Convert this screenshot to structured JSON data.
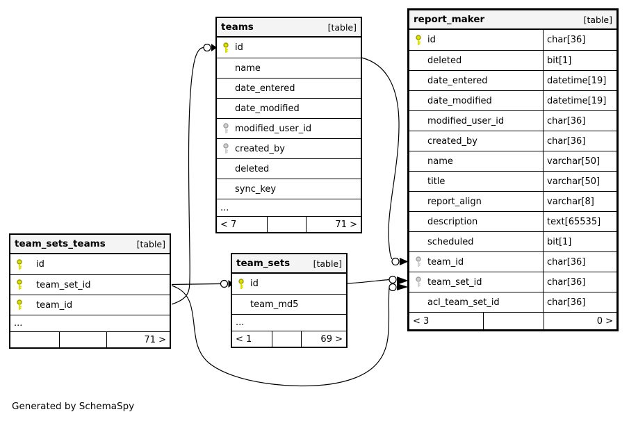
{
  "note": "Generated by SchemaSpy",
  "tables": {
    "teams": {
      "title": "teams",
      "tag": "[table]",
      "rows": [
        {
          "name": "id",
          "key": "pk"
        },
        {
          "name": "name",
          "key": ""
        },
        {
          "name": "date_entered",
          "key": ""
        },
        {
          "name": "date_modified",
          "key": ""
        },
        {
          "name": "modified_user_id",
          "key": "fk"
        },
        {
          "name": "created_by",
          "key": "fk"
        },
        {
          "name": "deleted",
          "key": ""
        },
        {
          "name": "sync_key",
          "key": ""
        }
      ],
      "ellipsis": "...",
      "footer": {
        "left": "< 7",
        "mid": "",
        "right": "71 >"
      }
    },
    "report_maker": {
      "title": "report_maker",
      "tag": "[table]",
      "rows": [
        {
          "name": "id",
          "type": "char[36]",
          "key": "pk"
        },
        {
          "name": "deleted",
          "type": "bit[1]",
          "key": ""
        },
        {
          "name": "date_entered",
          "type": "datetime[19]",
          "key": ""
        },
        {
          "name": "date_modified",
          "type": "datetime[19]",
          "key": ""
        },
        {
          "name": "modified_user_id",
          "type": "char[36]",
          "key": ""
        },
        {
          "name": "created_by",
          "type": "char[36]",
          "key": ""
        },
        {
          "name": "name",
          "type": "varchar[50]",
          "key": ""
        },
        {
          "name": "title",
          "type": "varchar[50]",
          "key": ""
        },
        {
          "name": "report_align",
          "type": "varchar[8]",
          "key": ""
        },
        {
          "name": "description",
          "type": "text[65535]",
          "key": ""
        },
        {
          "name": "scheduled",
          "type": "bit[1]",
          "key": ""
        },
        {
          "name": "team_id",
          "type": "char[36]",
          "key": "fk"
        },
        {
          "name": "team_set_id",
          "type": "char[36]",
          "key": "fk"
        },
        {
          "name": "acl_team_set_id",
          "type": "char[36]",
          "key": ""
        }
      ],
      "footer": {
        "left": "< 3",
        "mid": "",
        "right": "0 >"
      }
    },
    "team_sets_teams": {
      "title": "team_sets_teams",
      "tag": "[table]",
      "rows": [
        {
          "name": "id",
          "key": "pk"
        },
        {
          "name": "team_set_id",
          "key": "pk"
        },
        {
          "name": "team_id",
          "key": "pk"
        }
      ],
      "ellipsis": "...",
      "footer": {
        "left": "",
        "mid": "",
        "right": "71 >"
      }
    },
    "team_sets": {
      "title": "team_sets",
      "tag": "[table]",
      "rows": [
        {
          "name": "id",
          "key": "pk"
        },
        {
          "name": "team_md5",
          "key": ""
        }
      ],
      "ellipsis": "...",
      "footer": {
        "left": "< 1",
        "mid": "",
        "right": "69 >"
      }
    }
  },
  "relationships": [
    {
      "from": "team_sets_teams.team_id",
      "to": "teams.id"
    },
    {
      "from": "team_sets_teams.team_set_id",
      "to": "team_sets.id"
    },
    {
      "from": "teams.id",
      "to": "report_maker.team_id"
    },
    {
      "from": "team_sets.id",
      "to": "report_maker.team_set_id"
    },
    {
      "from": "team_sets_teams.team_set_id",
      "to": "report_maker.team_set_id"
    }
  ]
}
